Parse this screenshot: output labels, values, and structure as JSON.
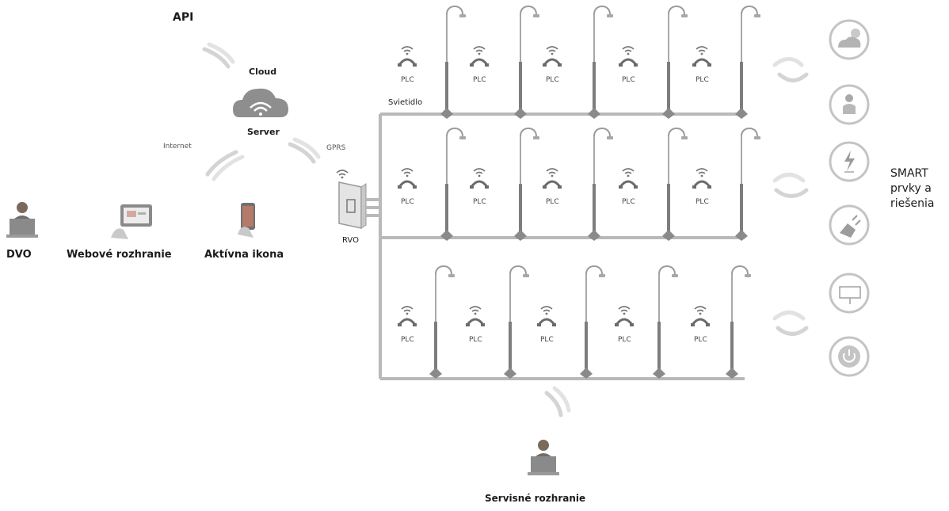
{
  "labels": {
    "api": "API",
    "cloud": "Cloud",
    "server": "Server",
    "internet": "Internet",
    "gprs": "GPRS",
    "rvo": "RVO",
    "svietidlo": "Svietidlo",
    "plc": "PLC",
    "dvo": "DVO",
    "webove_rozhranie": "Webové rozhranie",
    "aktivna_ikona": "Aktívna ikona",
    "servisne_rozhranie": "Servisné rozhranie",
    "smart_line1": "SMART",
    "smart_line2": "prvky a",
    "smart_line3": "riešenia"
  },
  "icons": {
    "cloud": "wifi-cloud-icon",
    "rvo": "control-cabinet-icon",
    "dvo": "operator-laptop-icon",
    "web": "tablet-icon",
    "app": "smartphone-icon",
    "service": "operator-laptop-icon",
    "plc": "plc-wifi-phone-icon",
    "lamp": "street-lamp-icon",
    "smart": [
      "weather-sensor-icon",
      "person-sensor-icon",
      "ev-charger-icon",
      "power-socket-icon",
      "display-panel-icon",
      "power-button-icon"
    ]
  },
  "colors": {
    "line": "#b9b9b9",
    "pole": "#9a9a9a",
    "icon": "#8a8a8a",
    "arrow": "#d4d4d4",
    "text": "#1c1c1c"
  }
}
